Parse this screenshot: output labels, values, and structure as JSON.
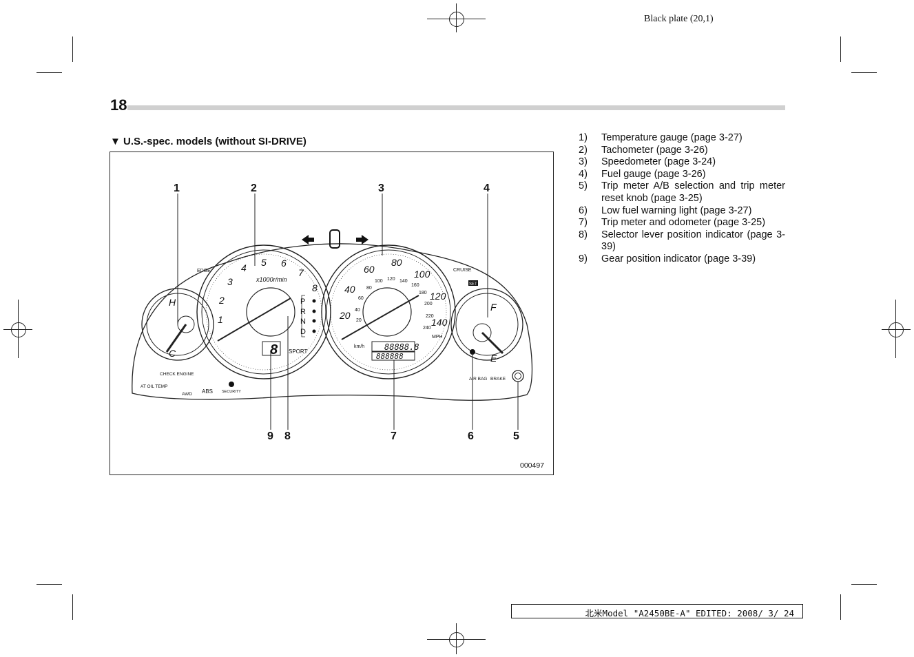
{
  "header": {
    "plate": "Black plate (20,1)",
    "page_number": "18"
  },
  "section_title": "▼ U.S.-spec. models (without SI-DRIVE)",
  "figure": {
    "id": "000497",
    "callouts_top": [
      "1",
      "2",
      "3",
      "4"
    ],
    "callouts_bottom": [
      "9",
      "8",
      "7",
      "6",
      "5"
    ],
    "tach_numbers": [
      "1",
      "2",
      "3",
      "4",
      "5",
      "6",
      "7",
      "8"
    ],
    "tach_unit": "x1000r/min",
    "speed_mph": [
      "20",
      "40",
      "60",
      "80",
      "100",
      "120",
      "140"
    ],
    "speed_kmh": [
      "20",
      "40",
      "60",
      "80",
      "100",
      "120",
      "140",
      "160",
      "180",
      "200",
      "220",
      "240"
    ],
    "speed_mph_unit": "MPH",
    "speed_kmh_unit": "km/h",
    "temp_h": "H",
    "temp_c": "C",
    "fuel_f": "F",
    "fuel_e": "E",
    "gears": [
      "P",
      "R",
      "N",
      "D"
    ],
    "sport": "SPORT",
    "gear_digit": "8",
    "odo_top": "88888.8",
    "odo_bottom": "888888",
    "cruise": "CRUISE",
    "set": "SET",
    "check_engine": "CHECK ENGINE",
    "awd": "AWD",
    "abs": "ABS",
    "security": "SECURITY",
    "at_oil_temp": "AT OIL TEMP",
    "air_bag": "AIR BAG",
    "brake": "BRAKE",
    "edge": "EDGE"
  },
  "legend": [
    {
      "num": "1)",
      "text": "Temperature gauge (page 3-27)"
    },
    {
      "num": "2)",
      "text": "Tachometer (page 3-26)"
    },
    {
      "num": "3)",
      "text": "Speedometer (page 3-24)"
    },
    {
      "num": "4)",
      "text": "Fuel gauge (page 3-26)"
    },
    {
      "num": "5)",
      "text": "Trip meter A/B selection and trip meter reset knob (page 3-25)"
    },
    {
      "num": "6)",
      "text": "Low fuel warning light (page 3-27)"
    },
    {
      "num": "7)",
      "text": "Trip meter and odometer (page 3-25)"
    },
    {
      "num": "8)",
      "text": "Selector lever position indicator (page 3-39)"
    },
    {
      "num": "9)",
      "text": "Gear position indicator (page 3-39)"
    }
  ],
  "footer": "北米Model \"A2450BE-A\" EDITED: 2008/ 3/ 24"
}
